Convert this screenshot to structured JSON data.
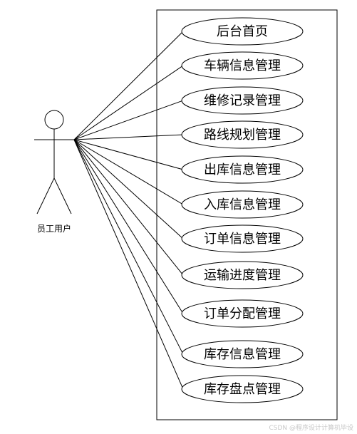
{
  "actor": {
    "label": "员工用户"
  },
  "use_cases": [
    "后台首页",
    "车辆信息管理",
    "维修记录管理",
    "路线规划管理",
    "出库信息管理",
    "入库信息管理",
    "订单信息管理",
    "运输进度管理",
    "订单分配管理",
    "库存信息管理",
    "库存盘点管理"
  ],
  "watermark": "CSDN @程序设计计算机毕设"
}
